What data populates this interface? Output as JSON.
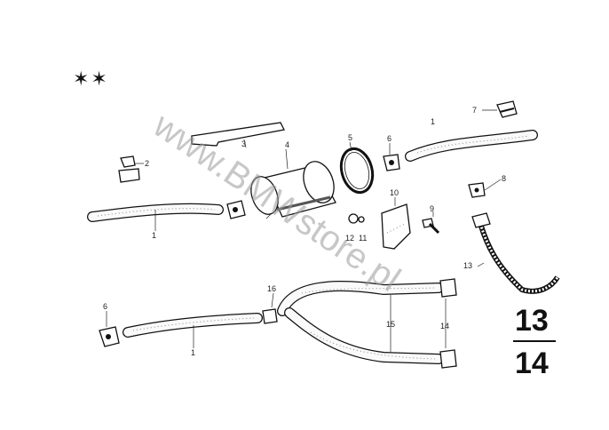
{
  "header": {
    "stars": "✶✶"
  },
  "watermark": "www.BMWstore.pl",
  "group": {
    "top": "13",
    "bottom": "14"
  },
  "callouts": [
    {
      "id": "c1a",
      "text": "1"
    },
    {
      "id": "c1b",
      "text": "1"
    },
    {
      "id": "c1c",
      "text": "1"
    },
    {
      "id": "c2",
      "text": "2"
    },
    {
      "id": "c3",
      "text": "3"
    },
    {
      "id": "c4",
      "text": "4"
    },
    {
      "id": "c5",
      "text": "5"
    },
    {
      "id": "c6a",
      "text": "6"
    },
    {
      "id": "c6b",
      "text": "6"
    },
    {
      "id": "c7",
      "text": "7"
    },
    {
      "id": "c8",
      "text": "8"
    },
    {
      "id": "c9",
      "text": "9"
    },
    {
      "id": "c10",
      "text": "10"
    },
    {
      "id": "c11",
      "text": "11"
    },
    {
      "id": "c12",
      "text": "12"
    },
    {
      "id": "c13",
      "text": "13"
    },
    {
      "id": "c14",
      "text": "14"
    },
    {
      "id": "c15",
      "text": "15"
    },
    {
      "id": "c16",
      "text": "16"
    }
  ]
}
